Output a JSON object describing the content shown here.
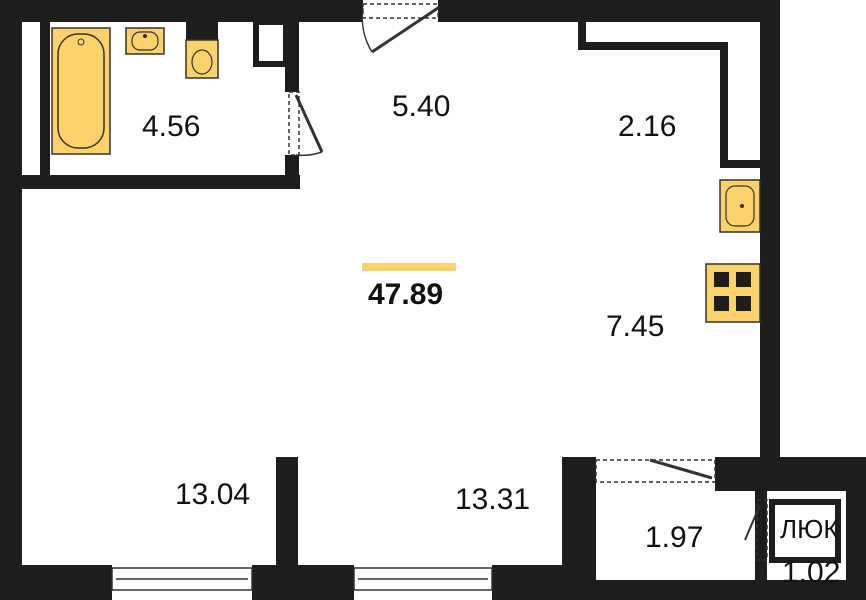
{
  "colors": {
    "wall": "#1d1d1d",
    "fixture": "#fcd26b",
    "accent": "#fcd26b",
    "background": "#ffffff"
  },
  "total_area": "47.89",
  "rooms": {
    "bathroom": "4.56",
    "hallway": "5.40",
    "wardrobe": "2.16",
    "kitchen": "7.45",
    "living_left": "13.04",
    "living_right": "13.31",
    "balcony": "1.97",
    "storage": "1.02"
  },
  "hatch_label": "ЛЮК",
  "fixtures": [
    "bathtub-icon",
    "sink-icon",
    "toilet-icon",
    "kitchen-sink-icon",
    "stove-icon"
  ]
}
